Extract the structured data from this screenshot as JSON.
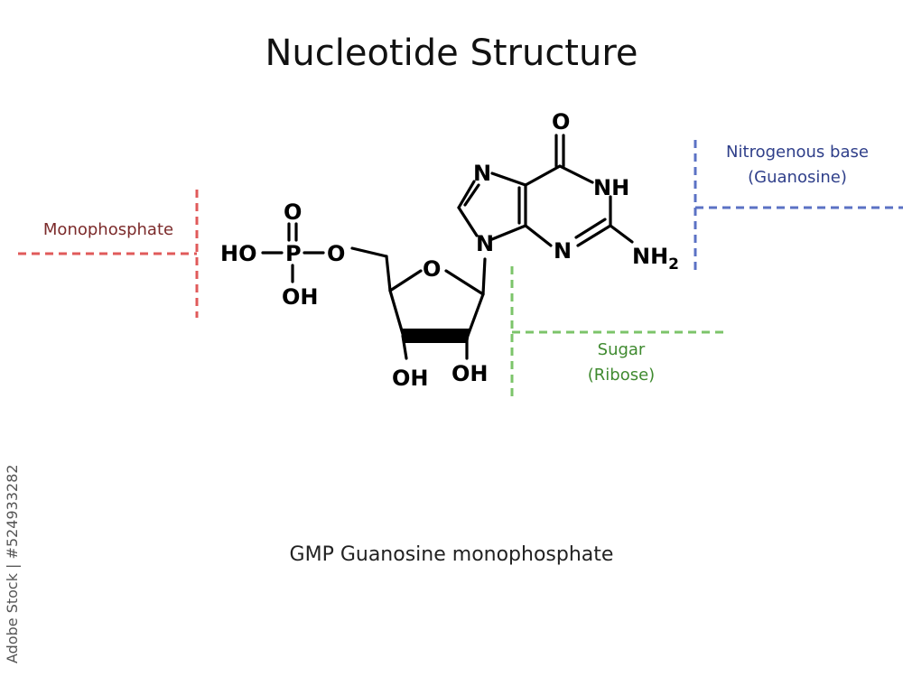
{
  "title": "Nucleotide Structure",
  "caption": "GMP Guanosine monophosphate",
  "labels": {
    "monophosphate": "Monophosphate",
    "nitrogenous_base_line1": "Nitrogenous base",
    "nitrogenous_base_line2": "(Guanosine)",
    "sugar_line1": "Sugar",
    "sugar_line2": "(Ribose)"
  },
  "atoms": {
    "ho_phosphate": "HO",
    "p": "P",
    "o_double": "O",
    "oh_phosphate": "OH",
    "o_ester": "O",
    "o_ring": "O",
    "oh_c3": "OH",
    "oh_c2": "OH",
    "n9": "N",
    "n7": "N",
    "o_c6": "O",
    "nh": "NH",
    "n3": "N",
    "nh2": "NH",
    "nh2_sub": "2"
  },
  "colors": {
    "monophosphate": "#e05a5a",
    "monophosphate_text": "#7b2a2a",
    "nitrogenous_base": "#5b72c4",
    "nitrogenous_base_text": "#2f3f8a",
    "sugar": "#7cc46a",
    "sugar_text": "#3f8a2f",
    "molecule": "#000000"
  },
  "watermark": "Adobe Stock | #524933282"
}
